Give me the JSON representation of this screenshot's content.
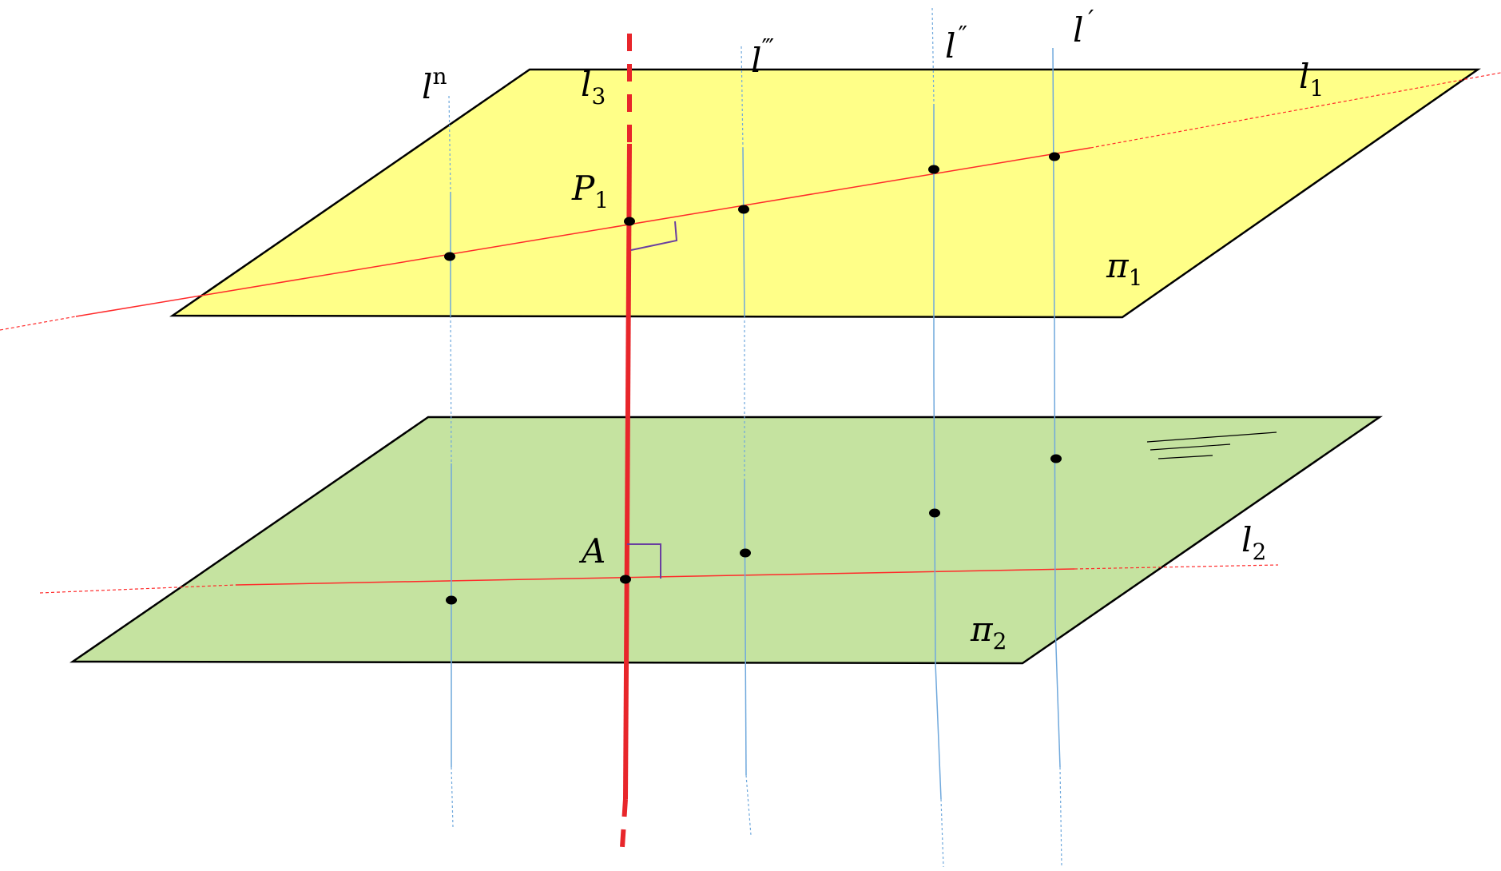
{
  "labels": {
    "l_n_base": "l",
    "l_n_sup": "n",
    "l3_base": "l",
    "l3_sub": "3",
    "l_triple_base": "l",
    "l_triple_sup": "‴",
    "l_double_base": "l",
    "l_double_sup": "˝",
    "l_prime_base": "l",
    "l_prime_sup": "ˊ",
    "l1_base": "l",
    "l1_sub": "1",
    "p1_base": "P",
    "p1_sub": "1",
    "pi1_base": "π",
    "pi1_sub": "1",
    "a_label": "A",
    "l2_base": "l",
    "l2_sub": "2",
    "pi2_base": "π",
    "pi2_sub": "2"
  },
  "colors": {
    "plane_top_fill": "#ffff88",
    "plane_bottom_fill": "#c5e3a0",
    "plane_stroke": "#000000",
    "red_line": "#e8262b",
    "thin_red": "#ff2a2a",
    "blue_line": "#6fa8dc",
    "point": "#000000",
    "right_angle": "#6a3fa0"
  },
  "icons": {
    "right_angle_marker": "right-angle-icon"
  }
}
